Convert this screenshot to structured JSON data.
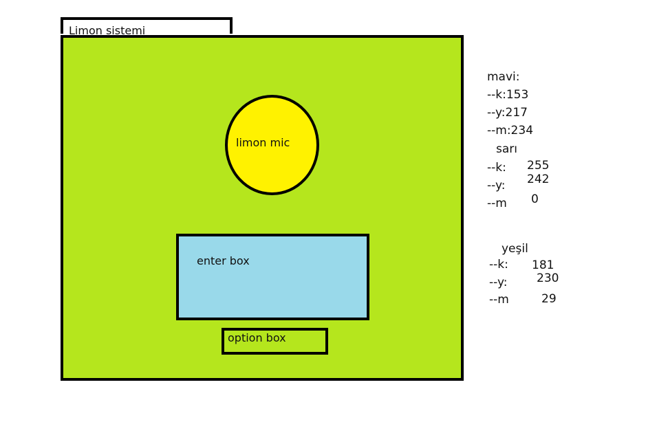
{
  "window": {
    "tab_label": "Limon sistemi"
  },
  "panel": {
    "background": "#b5e61d",
    "mic_label": "limon mic",
    "mic_color": "#fff200",
    "enter_box_label": "enter box",
    "enter_box_color": "#99d9ea",
    "option_box_label": "option box"
  },
  "notes": {
    "mavi": {
      "title": "mavi:",
      "k": "--k:153",
      "y": "--y:217",
      "m": "--m:234"
    },
    "sari": {
      "title": "sarı",
      "k_label": "--k:",
      "y_label": "--y:",
      "m_label": "--m",
      "k_value": "255",
      "y_value": "242",
      "m_value": "0"
    },
    "yesil": {
      "title": "yeşil",
      "k_label": "--k:",
      "y_label": "--y:",
      "m_label": "--m",
      "k_value": "181",
      "y_value": "230",
      "m_value": "29"
    }
  }
}
